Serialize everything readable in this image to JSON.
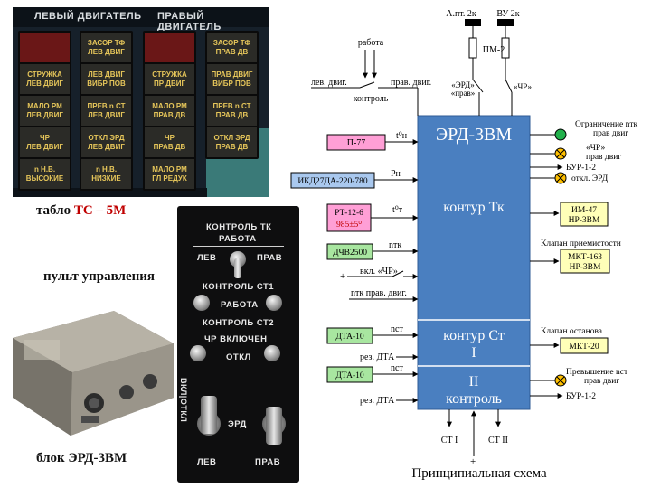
{
  "tablo": {
    "header_left": "ЛЕВЫЙ ДВИГАТЕЛЬ",
    "header_right": "ПРАВЫЙ ДВИГАТЕЛЬ",
    "lamps": [
      {
        "text": "",
        "red": true
      },
      {
        "text": "ЗАСОР ТФ\nЛЕВ ДВИГ",
        "red": false
      },
      {
        "text": "",
        "red": true
      },
      {
        "text": "ЗАСОР ТФ\nПРАВ ДВ",
        "red": false
      },
      {
        "text": "СТРУЖКА\nЛЕВ ДВИГ",
        "red": false
      },
      {
        "text": "ЛЕВ ДВИГ\nВИБР ПОВ",
        "red": false
      },
      {
        "text": "СТРУЖКА\nПР ДВИГ",
        "red": false
      },
      {
        "text": "ПРАВ ДВИГ\nВИБР ПОВ",
        "red": false
      },
      {
        "text": "МАЛО РМ\nЛЕВ ДВИГ",
        "red": false
      },
      {
        "text": "ПРЕВ n СТ\nЛЕВ ДВИГ",
        "red": false
      },
      {
        "text": "МАЛО РМ\nПРАВ ДВ",
        "red": false
      },
      {
        "text": "ПРЕВ n СТ\nПРАВ ДВ",
        "red": false
      },
      {
        "text": "ЧР\nЛЕВ ДВИГ",
        "red": false
      },
      {
        "text": "ОТКЛ ЭРД\nЛЕВ ДВИГ",
        "red": false
      },
      {
        "text": "ЧР\nПРАВ ДВ",
        "red": false
      },
      {
        "text": "ОТКЛ ЭРД\nПРАВ ДВ",
        "red": false
      },
      {
        "text": "n Н.В.\nВЫСОКИЕ",
        "red": false
      },
      {
        "text": "n Н.В.\nНИЗКИЕ",
        "red": false
      },
      {
        "text": "МАЛО РМ\nГЛ РЕДУК",
        "red": false
      }
    ]
  },
  "captions": {
    "tablo_prefix": "табло",
    "tablo_name": "ТС – 5М",
    "pult": "пульт управления",
    "blok": "блок ЭРД-3ВМ",
    "schematic": "Принципиальная схема"
  },
  "pult": {
    "title1": "КОНТРОЛЬ ТК",
    "title2": "РАБОТА",
    "lev": "ЛЕВ",
    "prav": "ПРАВ",
    "st1": "КОНТРОЛЬ СТ1",
    "rabota": "РАБОТА",
    "st2": "КОНТРОЛЬ СТ2",
    "chr": "ЧР ВКЛЮЧЕН",
    "otkl": "ОТКЛ",
    "side": "ВКЛ|ОТКЛ",
    "erd": "ЭРД",
    "lev2": "ЛЕВ",
    "prav2": "ПРАВ"
  },
  "schematic": {
    "main_title": "ЭРД-3ВМ",
    "contour_tk": "контур Тк",
    "contour_st": "контур Ст",
    "contour_st_num": "I",
    "contour2_num": "II",
    "contour2_label": "контроль",
    "top_am": "А.пт. 2к",
    "top_vu": "ВУ 2к",
    "pm2": "ПМ-2",
    "erd_prav": "«ЭРД»",
    "prav_q": "«прав»",
    "chr_q": "«ЧР»",
    "rabota": "работа",
    "lev_dvig": "лев. двиг.",
    "prav_dvig": "прав. двиг.",
    "kontrol": "контроль",
    "inputs": [
      {
        "box": "П-77",
        "signal": "t⁰н"
      },
      {
        "box": "ИКД27ДА-220-780",
        "signal": "Рн"
      },
      {
        "box": "РТ-12-6",
        "box2": "985±5⁰",
        "signal": "t⁰т"
      },
      {
        "box": "ДЧВ2500",
        "signal": "nтк"
      },
      {
        "box": "ДТА-10",
        "signal": "nст"
      },
      {
        "box": "ДТА-10",
        "signal": "nст"
      }
    ],
    "vkl_chr": "вкл. «ЧР»",
    "ntk_prav": "nтк прав. двиг.",
    "rez_dta_1": "рез. ДТА",
    "rez_dta_2": "рез. ДТА",
    "plus": "+",
    "outputs": {
      "limit": "Ограничение nтк",
      "limit2": "прав двиг",
      "chr": "«ЧР»",
      "chr2": "прав двиг",
      "bur1": "БУР-1-2",
      "otkl_erd": "откл. ЭРД",
      "im47": "ИМ-47",
      "im47_2": "НР-3ВМ",
      "klapan_pr": "Клапан приемистости",
      "mkt163": "МКТ-163",
      "mkt163_2": "НР-3ВМ",
      "klapan_ost": "Клапан останова",
      "mkt20": "МКТ-20",
      "prev": "Превышение nст",
      "prev2": "прав двиг",
      "bur2": "БУР-1-2"
    },
    "st1": "СТ I",
    "st2": "СТ II",
    "colors": {
      "block": "#4a7fc0",
      "pink": "#ff9fd6",
      "blue_box": "#a9c8ee",
      "green_box": "#a8e6a0",
      "yellow_box": "#ffffb8",
      "lamp_green": "#22b14c",
      "lamp_yellow": "#ffc000"
    }
  }
}
